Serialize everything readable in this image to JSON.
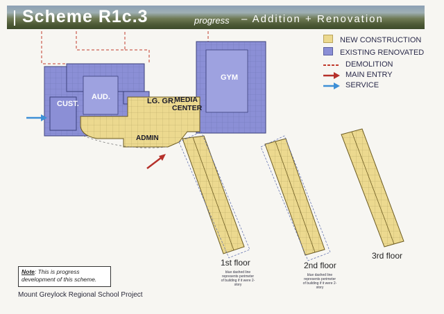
{
  "title": {
    "scheme": "Scheme R1c.3",
    "subtitle": "progress",
    "type": "– Addition + Renovation"
  },
  "legend": [
    {
      "label": "NEW CONSTRUCTION",
      "color": "#ecd98f",
      "kind": "swatch"
    },
    {
      "label": "EXISTING RENOVATED",
      "color": "#8b8fd6",
      "kind": "swatch"
    },
    {
      "label": "DEMOLITION",
      "color": "#c0392b",
      "kind": "dashed"
    },
    {
      "label": "MAIN ENTRY",
      "color": "#b5302a",
      "kind": "arrow"
    },
    {
      "label": "SERVICE",
      "color": "#3d8fd6",
      "kind": "arrow"
    }
  ],
  "rooms": {
    "cust": "CUST.",
    "aud": "AUD.",
    "lg_gr": "LG. GR.",
    "media_center": "MEDIA CENTER",
    "gym": "GYM",
    "admin": "ADMIN"
  },
  "floors": {
    "first": "1st floor",
    "second": "2nd floor",
    "third": "3rd floor"
  },
  "dashed_note": "blue dashed line represents perimeter of building if it were 2-story",
  "note": {
    "label": "Note",
    "text": ": This is progress development of this scheme."
  },
  "project": "Mount Greylock Regional School Project",
  "colors": {
    "new": "#ecd98f",
    "existing": "#8b8fd6",
    "demolition": "#c0392b",
    "entry": "#b5302a",
    "service": "#3d8fd6"
  }
}
